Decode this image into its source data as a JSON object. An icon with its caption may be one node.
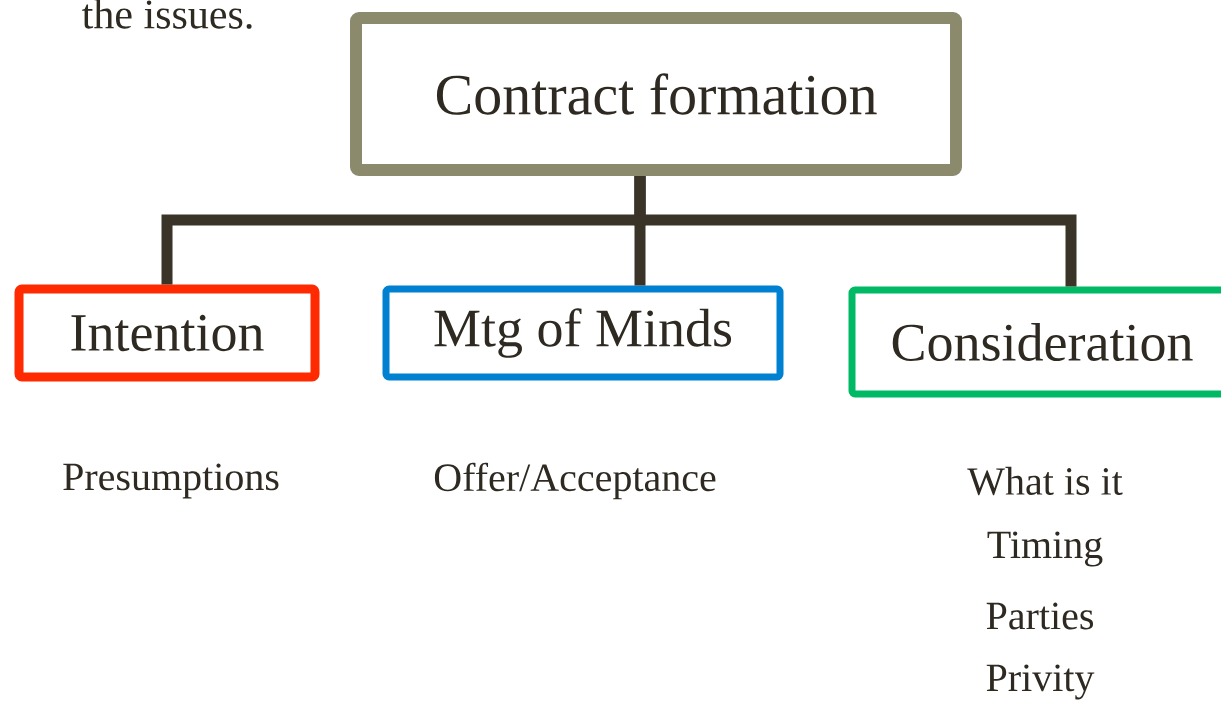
{
  "diagram": {
    "nodes": [
      {
        "text": [
          "Contract formation"
        ]
      },
      {
        "text": [
          "Intention"
        ]
      },
      {
        "text": [
          "Mtg of Minds"
        ]
      },
      {
        "text": [
          "Consideration"
        ]
      }
    ],
    "edges": [
      {
        "from": 0,
        "to": 1,
        "arrow": "none"
      },
      {
        "from": 0,
        "to": 2,
        "arrow": "none"
      },
      {
        "from": 0,
        "to": 3,
        "arrow": "none"
      }
    ],
    "labels": [
      "the issues.",
      "Presumptions",
      "Offer/Acceptance",
      "What is it",
      "Timing",
      "Parties",
      "Privity"
    ]
  }
}
